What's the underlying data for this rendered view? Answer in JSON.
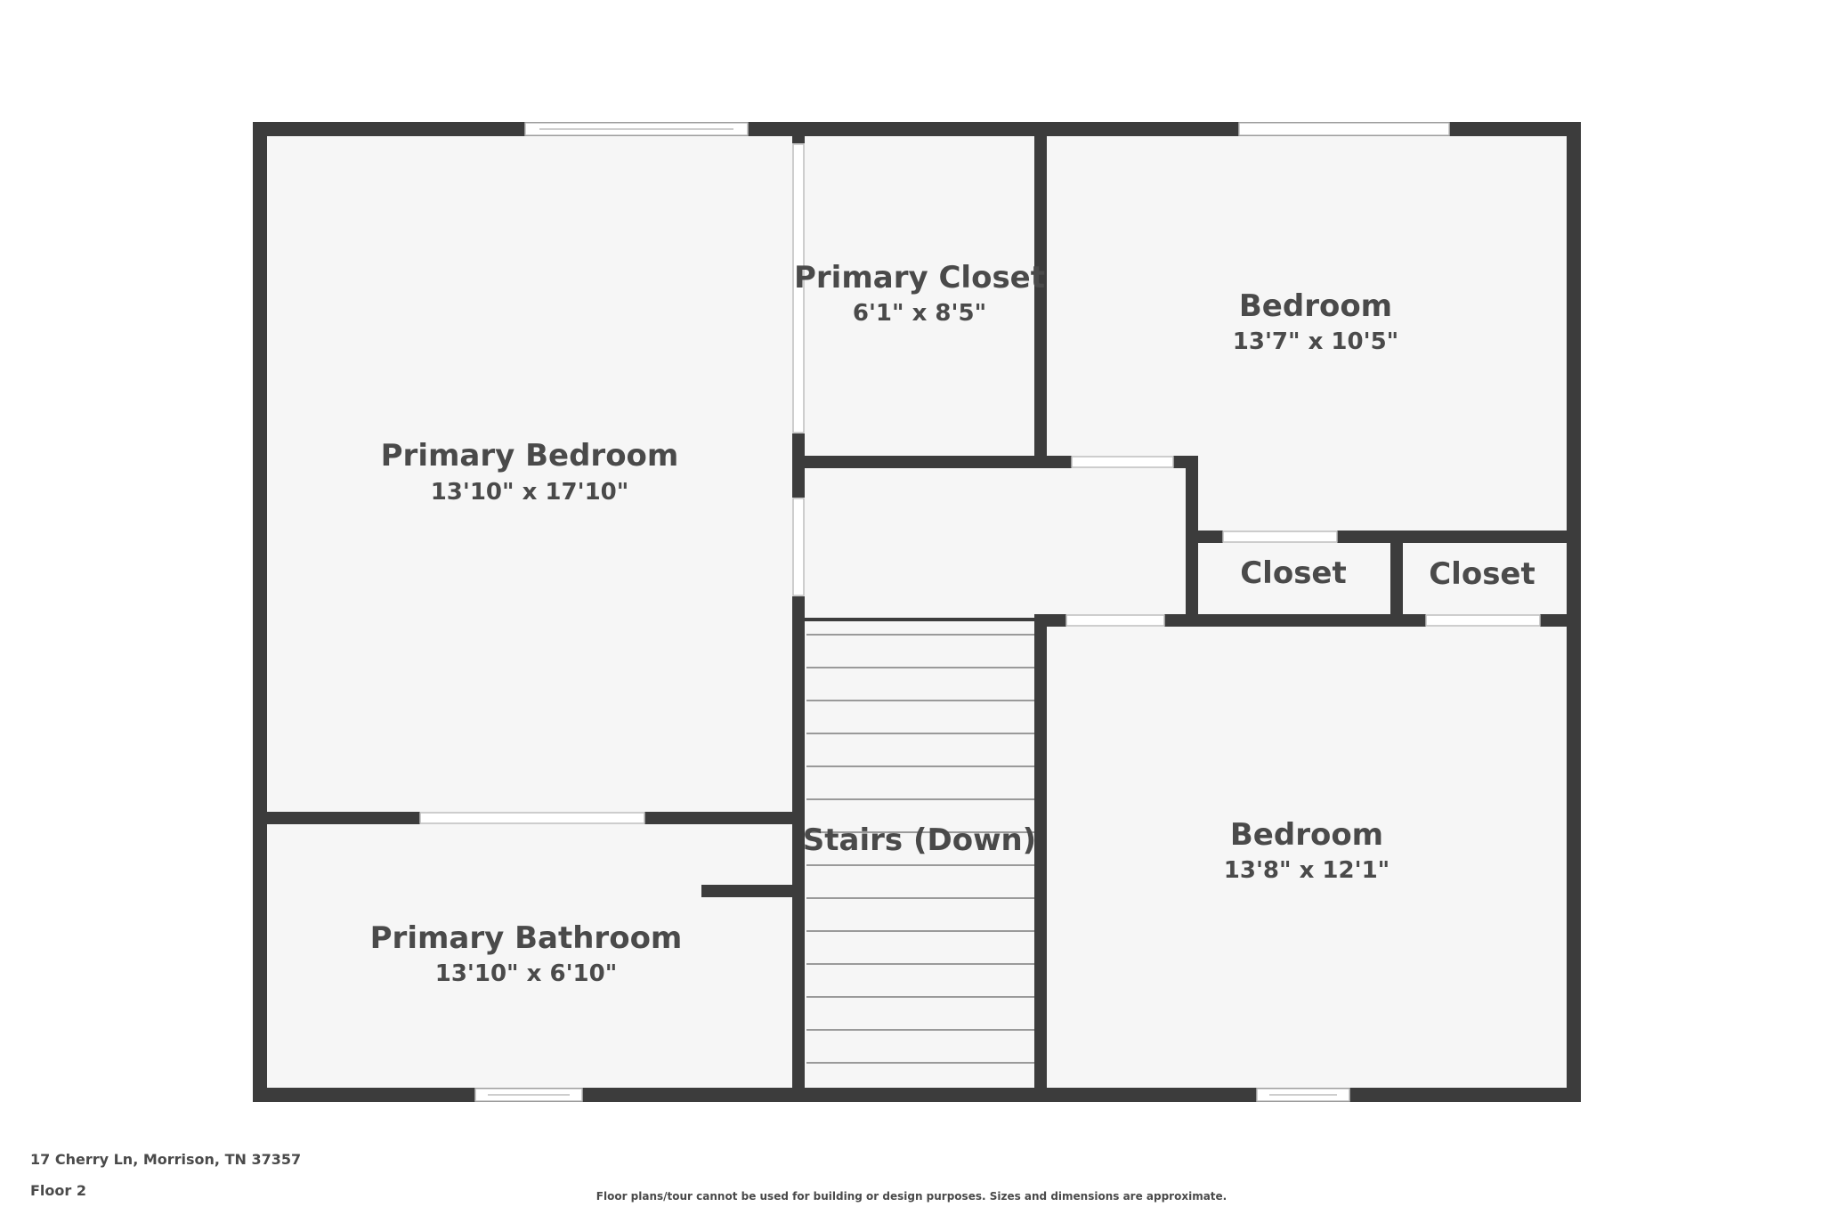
{
  "rooms": {
    "primary_bedroom": {
      "name": "Primary Bedroom",
      "dims": "13'10\" x 17'10\""
    },
    "primary_closet": {
      "name": "Primary Closet",
      "dims": "6'1\" x 8'5\""
    },
    "bedroom_top": {
      "name": "Bedroom",
      "dims": "13'7\" x 10'5\""
    },
    "closet_left": {
      "name": "Closet"
    },
    "closet_right": {
      "name": "Closet"
    },
    "stairs": {
      "name": "Stairs (Down)"
    },
    "bedroom_bottom": {
      "name": "Bedroom",
      "dims": "13'8\" x 12'1\""
    },
    "primary_bathroom": {
      "name": "Primary Bathroom",
      "dims": "13'10\" x 6'10\""
    }
  },
  "footer": {
    "address": "17 Cherry Ln, Morrison, TN 37357",
    "floor": "Floor 2",
    "disclaimer": "Floor plans/tour cannot be used for building or design purposes. Sizes and dimensions are approximate."
  },
  "colors": {
    "wall": "#3c3c3c",
    "floor": "#f6f6f6",
    "stair_line": "#9a9a9a",
    "text": "#4a4a4a"
  }
}
